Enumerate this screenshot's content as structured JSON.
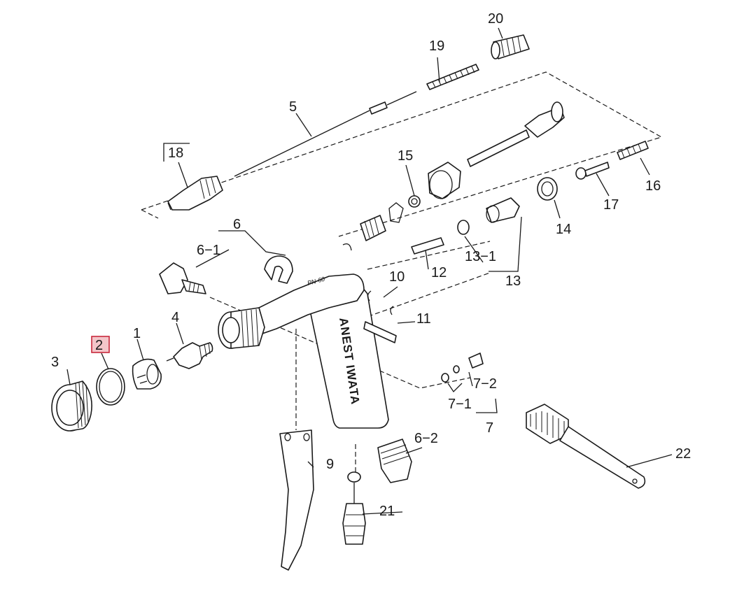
{
  "colors": {
    "ink": "#1a1a1a",
    "highlight_fill": "#f3c5c9",
    "highlight_stroke": "#c8283c"
  },
  "highlighted_part": "2",
  "callouts": {
    "p1": "1",
    "p2": "2",
    "p3": "3",
    "p4": "4",
    "p5": "5",
    "p6": "6",
    "p6_1": "6−1",
    "p6_2": "6−2",
    "p7": "7",
    "p7_1": "7−1",
    "p7_2": "7−2",
    "p9": "9",
    "p10": "10",
    "p11": "11",
    "p12": "12",
    "p13": "13",
    "p13_1": "13−1",
    "p14": "14",
    "p15": "15",
    "p16": "16",
    "p17": "17",
    "p18": "18",
    "p19": "19",
    "p20": "20",
    "p21": "21",
    "p22": "22"
  },
  "gun_body_text": {
    "brand": "ANEST IWATA",
    "model": "PN-60"
  }
}
